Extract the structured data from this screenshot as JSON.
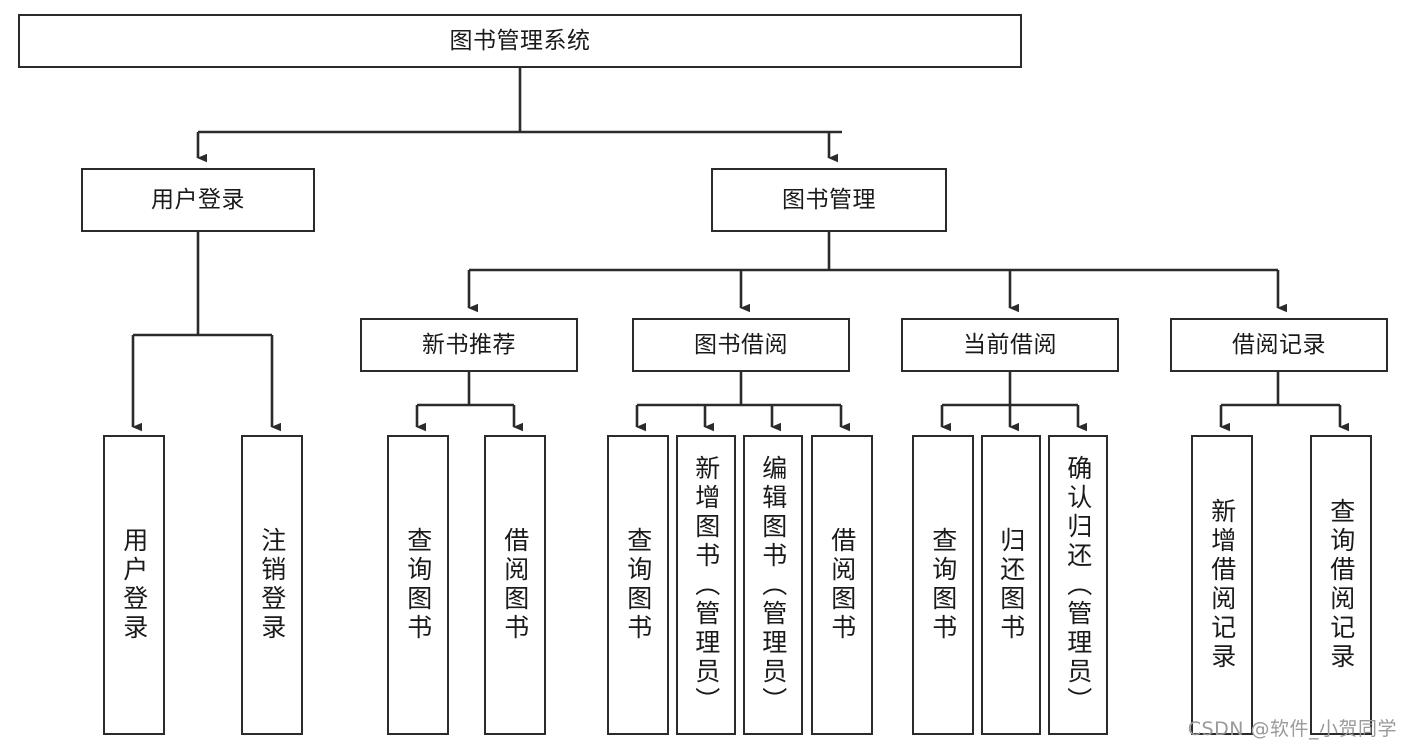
{
  "diagram": {
    "title": "图书管理系统",
    "type": "tree-hierarchy",
    "stroke_color": "#2b2b2b",
    "background_color": "#ffffff",
    "text_color": "#1a1a1a",
    "watermark": "CSDN @软件_小贺同学",
    "levels": {
      "root": {
        "label": "图书管理系统"
      },
      "level2": [
        {
          "label": "用户登录"
        },
        {
          "label": "图书管理"
        }
      ],
      "level3": [
        {
          "label": "新书推荐"
        },
        {
          "label": "图书借阅"
        },
        {
          "label": "当前借阅"
        },
        {
          "label": "借阅记录"
        }
      ],
      "leaves": [
        {
          "label": "用户登录",
          "parent": "用户登录"
        },
        {
          "label": "注销登录",
          "parent": "用户登录"
        },
        {
          "label": "查询图书",
          "parent": "新书推荐"
        },
        {
          "label": "借阅图书",
          "parent": "新书推荐"
        },
        {
          "label": "查询图书",
          "parent": "图书借阅"
        },
        {
          "label": "新增图书（管理员）",
          "parent": "图书借阅"
        },
        {
          "label": "编辑图书（管理员）",
          "parent": "图书借阅"
        },
        {
          "label": "借阅图书",
          "parent": "图书借阅"
        },
        {
          "label": "查询图书",
          "parent": "当前借阅"
        },
        {
          "label": "归还图书",
          "parent": "当前借阅"
        },
        {
          "label": "确认归还（管理员）",
          "parent": "当前借阅"
        },
        {
          "label": "新增借阅记录",
          "parent": "借阅记录"
        },
        {
          "label": "查询借阅记录",
          "parent": "借阅记录"
        }
      ]
    }
  }
}
